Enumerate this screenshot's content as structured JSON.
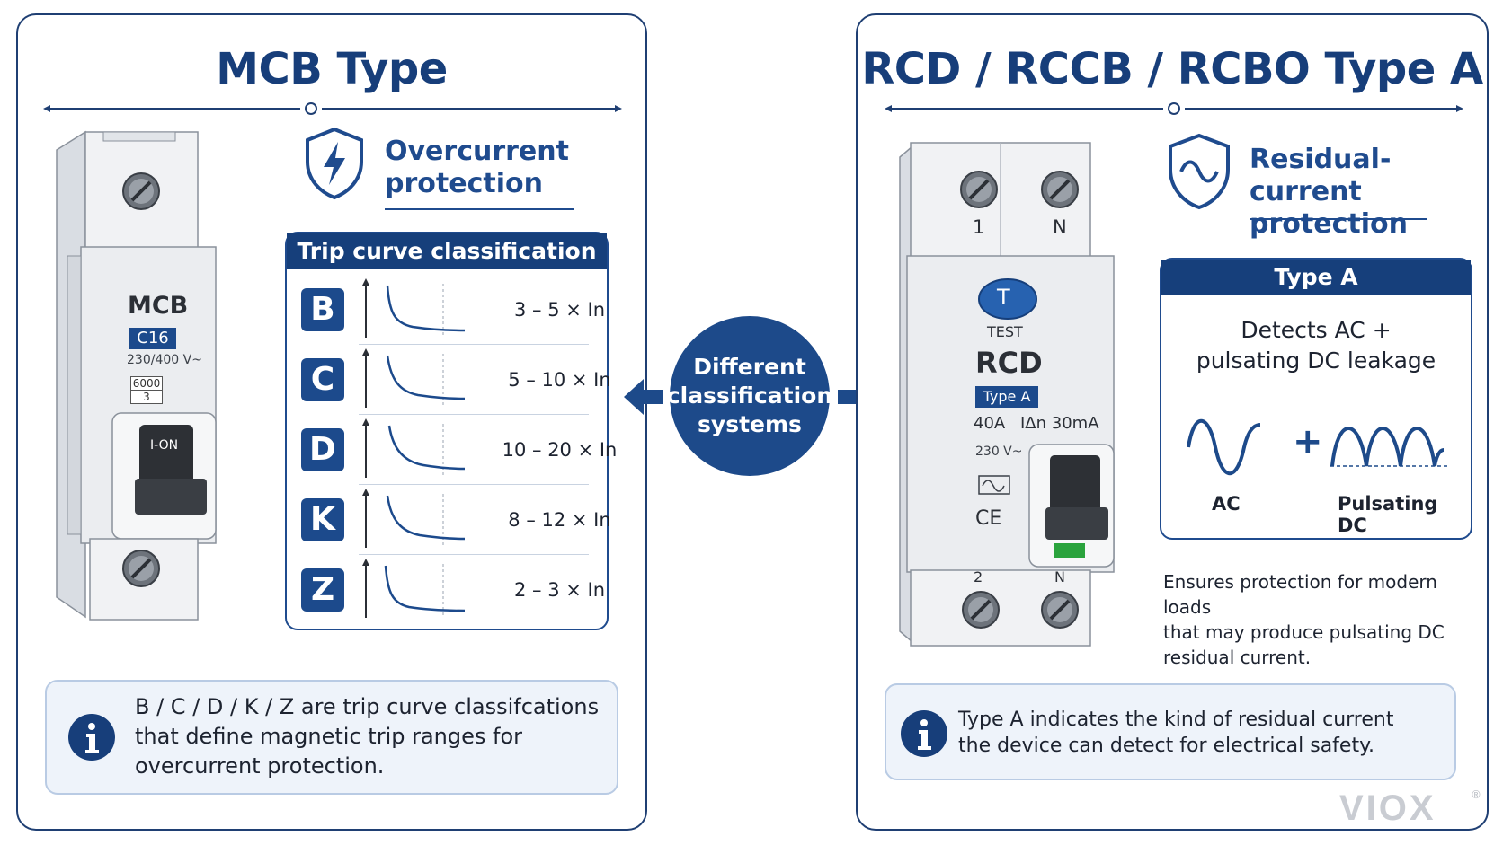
{
  "mcb_panel": {
    "title": "MCB Type",
    "device": {
      "brand_label": "MCB",
      "rating_badge": "C16",
      "voltage": "230/400 V~",
      "breaking_capacity": "6000",
      "class": "3",
      "toggle_label": "I-ON"
    },
    "protection_title_line1": "Overcurrent",
    "protection_title_line2": "protection",
    "card_title": "Trip curve classification",
    "trip_curves": [
      {
        "letter": "B",
        "range": "3 – 5 × In"
      },
      {
        "letter": "C",
        "range": "5 – 10 × In"
      },
      {
        "letter": "D",
        "range": "10 – 20 × In"
      },
      {
        "letter": "K",
        "range": "8 – 12 × In"
      },
      {
        "letter": "Z",
        "range": "2 – 3 × In"
      }
    ],
    "info_line1": "B / C / D / K / Z are trip curve classifcations",
    "info_line2": "that define magnetic trip ranges for",
    "info_line3": "overcurrent protection."
  },
  "center": {
    "line1": "Different",
    "line2": "classification",
    "line3": "systems"
  },
  "rcd_panel": {
    "title": "RCD / RCCB / RCBO Type A",
    "device": {
      "terminal_top_left": "1",
      "terminal_top_right": "N",
      "test_button": "T",
      "test_label": "TEST",
      "brand_label": "RCD",
      "type_badge": "Type A",
      "current_rating": "40A",
      "residual_rating": "IΔn 30mA",
      "voltage": "230 V~",
      "ce_mark": "CE",
      "terminal_bottom_left": "2",
      "terminal_bottom_right": "N"
    },
    "protection_title_line1": "Residual-current",
    "protection_title_line2": "protection",
    "card_title": "Type A",
    "detect_line1": "Detects AC +",
    "detect_line2": "pulsating DC leakage",
    "plus": "+",
    "ac_label": "AC",
    "dc_label": "Pulsating DC",
    "desc_line1": "Ensures protection for modern loads",
    "desc_line2": "that may produce pulsating DC",
    "desc_line3": "residual current.",
    "info_line1": "Type A indicates the kind of residual current",
    "info_line2": "the device can detect for electrical safety."
  },
  "logo": "VIOX",
  "logo_mark": "®",
  "colors": {
    "navy": "#173e7a",
    "accent": "#1c4a8c",
    "info_bg": "#eef3fa"
  },
  "icons": {
    "overcurrent": "shield-lightning-icon",
    "residual": "shield-sine-wave-icon",
    "info": "info-icon",
    "arrows": "arrow-left-icon, arrow-right-icon"
  }
}
